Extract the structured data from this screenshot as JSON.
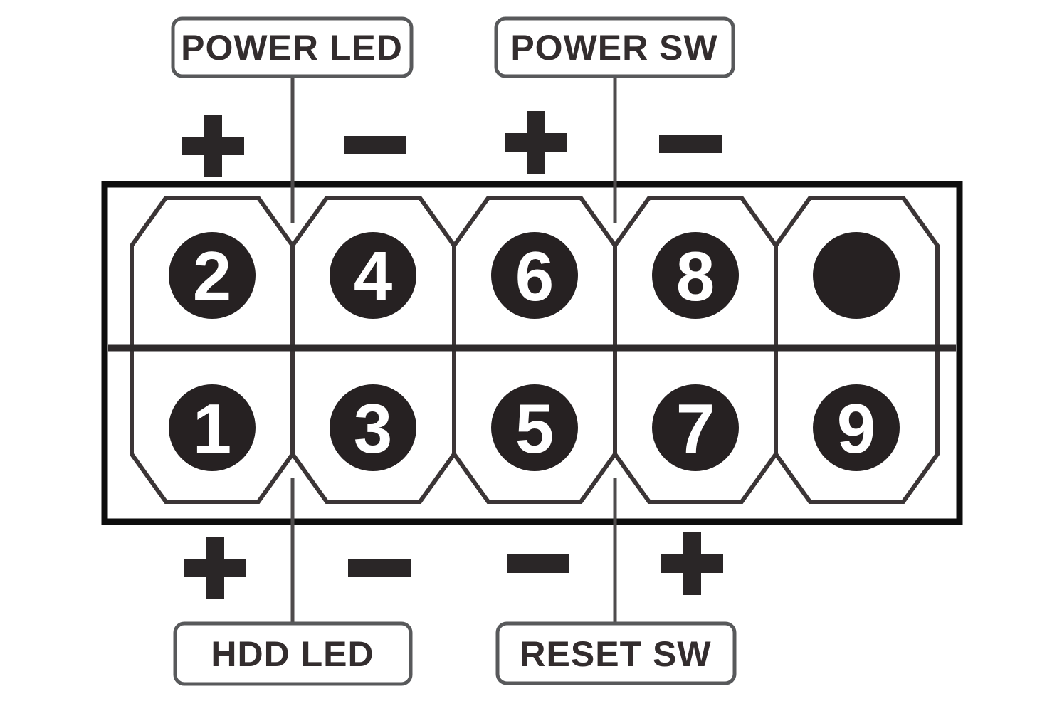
{
  "header": {
    "pins": {
      "top": [
        "2",
        "4",
        "6",
        "8",
        ""
      ],
      "bottom": [
        "1",
        "3",
        "5",
        "7",
        "9"
      ]
    }
  },
  "labels": {
    "power_led": "POWER LED",
    "power_sw": "POWER SW",
    "hdd_led": "HDD LED",
    "reset_sw": "RESET SW"
  },
  "signs": {
    "top": [
      "+",
      "-",
      "+",
      "-"
    ],
    "bottom": [
      "+",
      "-",
      "-",
      "+"
    ]
  },
  "colors": {
    "background": "#ffffff",
    "outer_border": "#0d0d0d",
    "socket_stroke": "#3b3536",
    "pin_fill": "#262122",
    "pin_number": "#ffffff",
    "label_border": "#58595b",
    "label_text": "#332d2e",
    "sign_color": "#2a2627",
    "leader_line": "#4e4b4c"
  }
}
